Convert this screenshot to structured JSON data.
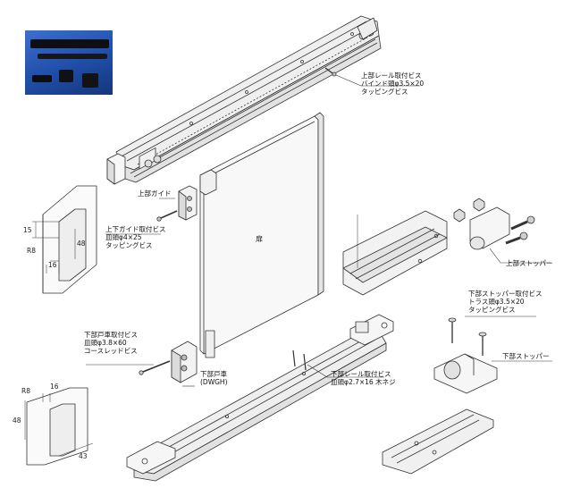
{
  "labels": {
    "upper_rail_screw": [
      "上部レール取付ビス",
      "バインド頭φ3.5×20",
      "タッピングビス"
    ],
    "upper_guide": "上部ガイド",
    "guide_screw": [
      "上下ガイド取付ビス",
      "皿頭φ4×25",
      "タッピングビス"
    ],
    "door": "扉",
    "upper_stopper": "上部ストッパー",
    "lower_stopper_screw": [
      "下部ストッパー取付ビス",
      "トラス頭φ3.5×20",
      "タッピングビス"
    ],
    "lower_stopper": "下部ストッパー",
    "door_wheel_screw": [
      "下部戸車取付ビス",
      "皿頭φ3.8×60",
      "コースレッドビス"
    ],
    "door_wheel": [
      "下部戸車",
      "(DWGH)"
    ],
    "lower_rail_screw": [
      "下部レール取付ビス",
      "皿頭φ2.7×16 木ネジ"
    ]
  },
  "dimensions": {
    "top_15": "15",
    "top_r8": "R8",
    "top_48": "48",
    "top_16": "16",
    "bottom_r8": "R8",
    "bottom_16": "16",
    "bottom_48": "48",
    "bottom_43": "43"
  },
  "colors": {
    "line": "#333333",
    "part_fill": "#f4f4f4",
    "rail_fill": "#e9e9e9",
    "photo_blue": "#2a5bc0"
  }
}
